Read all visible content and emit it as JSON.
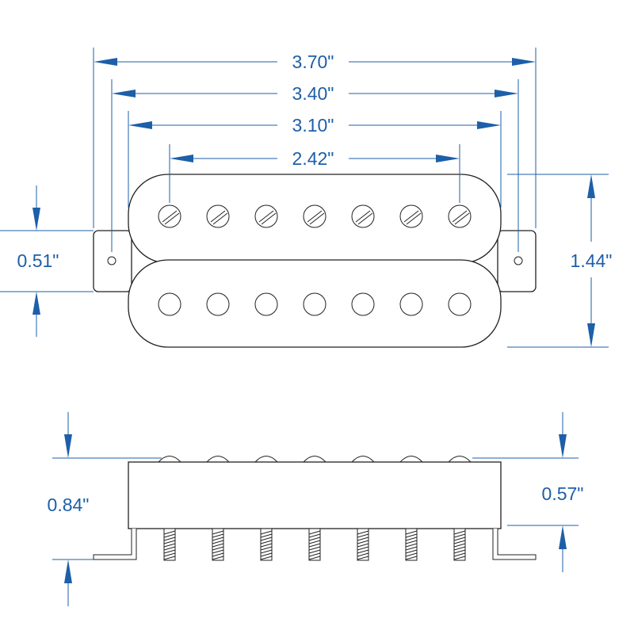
{
  "dimensions": {
    "overall_length": "3.70\"",
    "mounting_length": "3.40\"",
    "body_length": "3.10\"",
    "pole_spacing": "2.42\"",
    "mount_height": "0.51\"",
    "body_width": "1.44\"",
    "total_depth": "0.84\"",
    "cover_height": "0.57\""
  },
  "pole_count": 7,
  "colors": {
    "dimension": "#1d5fa8",
    "outline": "#222222"
  }
}
